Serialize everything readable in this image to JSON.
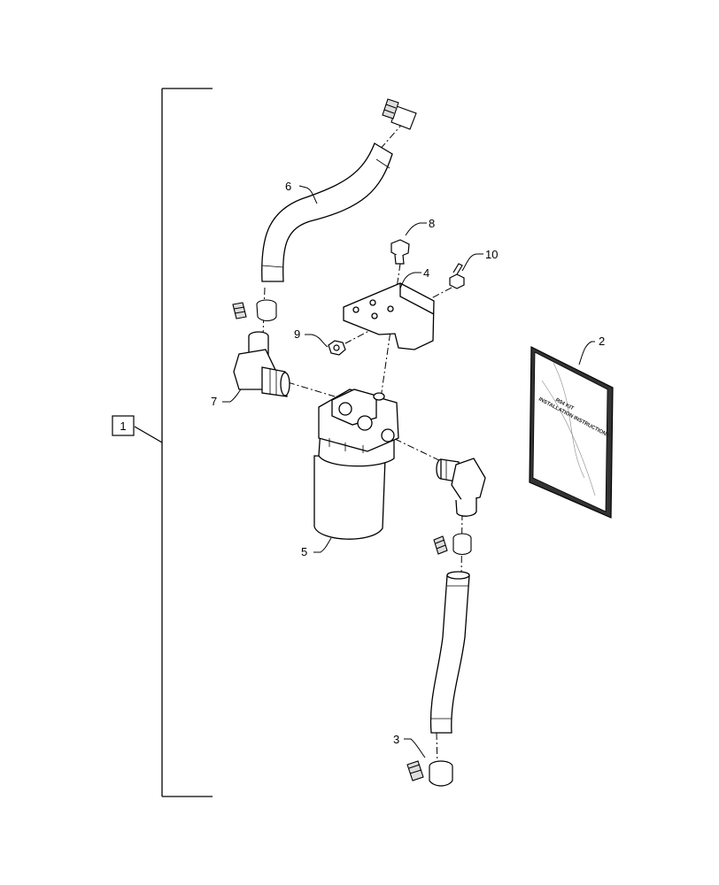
{
  "callouts": {
    "kit": "1",
    "manual": "2",
    "clamp": "3",
    "bracket": "4",
    "filter": "5",
    "upper_hose": "6",
    "inlet_elbow": "7",
    "bolt": "8",
    "nut": "9",
    "screw": "10"
  },
  "booklet": {
    "line1": "R04 KIT",
    "line2": "INSTALLATION INSTRUCTIONS"
  }
}
